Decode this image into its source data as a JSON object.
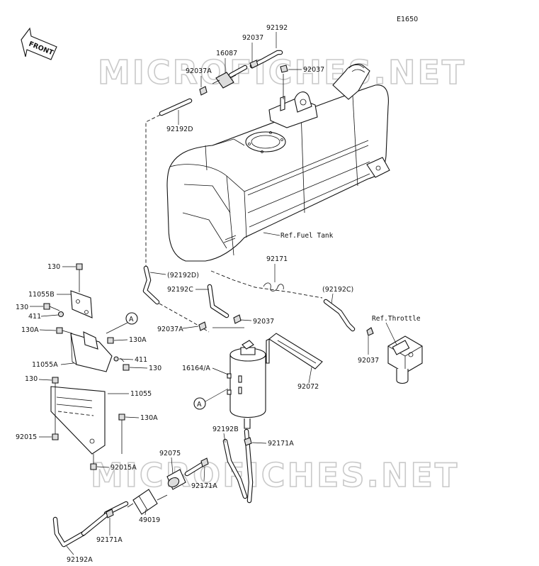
{
  "diagram": {
    "ref_code": "E1650",
    "front_marker": "FRONT",
    "watermark": "MICROFICHES.NET",
    "callout_letter": "A",
    "labels": {
      "p92192": "92192",
      "p92037_top": "92037",
      "p16087": "16087",
      "p92037_right": "92037",
      "p92037A_top": "92037A",
      "p92192D": "92192D",
      "ref_fuel_tank": "Ref.Fuel Tank",
      "p130_a": "130",
      "p11055B": "11055B",
      "p130_b": "130",
      "p411_a": "411",
      "p130A_a": "130A",
      "p130A_b": "130A",
      "p11055A": "11055A",
      "p411_b": "411",
      "p130_c": "130",
      "p130_d": "130",
      "p11055": "11055",
      "p130A_c": "130A",
      "p92015": "92015",
      "p92015A": "92015A",
      "p92192D_paren": "(92192D)",
      "p92192C": "92192C",
      "p92171": "92171",
      "p92192C_paren": "(92192C)",
      "ref_throttle": "Ref.Throttle",
      "p92037_mid": "92037",
      "p92037A_mid": "92037A",
      "p16164A": "16164/A",
      "p92072": "92072",
      "p92037_right_low": "92037",
      "p92192B": "92192B",
      "p92171A_a": "92171A",
      "p92075": "92075",
      "p92171A_b": "92171A",
      "p49019": "49019",
      "p92171A_c": "92171A",
      "p92192A": "92192A"
    }
  }
}
